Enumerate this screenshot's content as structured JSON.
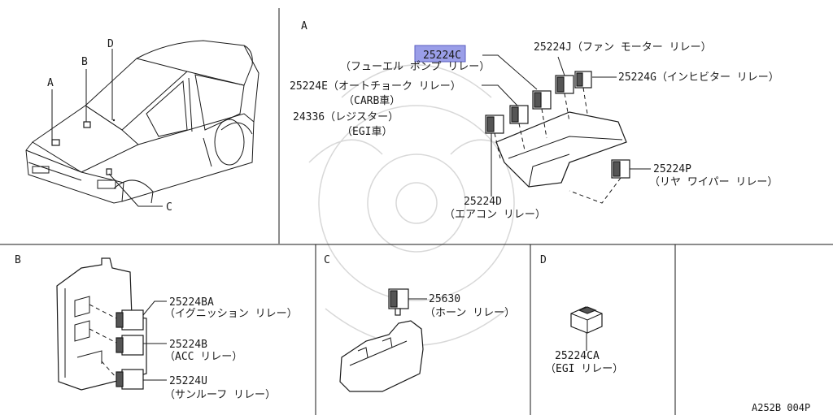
{
  "diagram_id": "A252B 004P",
  "car_letters": {
    "a": "A",
    "b": "B",
    "c": "C",
    "d": "D"
  },
  "panel_a": {
    "letter": "A",
    "highlight_color": "#9a9ee8",
    "c": {
      "part": "25224C",
      "name": "（フューエル ポンプ リレー）"
    },
    "e": {
      "part": "25224E（オートチョーク リレー）",
      "note": "（CARB車）"
    },
    "reg": {
      "part": "24336（レジスター）",
      "note": "（EGI車）"
    },
    "j": {
      "part": "25224J（ファン モーター リレー）"
    },
    "g": {
      "part": "25224G（インヒビター リレー）"
    },
    "p": {
      "part": "25224P",
      "name": "（リヤ ワイパー リレー）"
    },
    "d": {
      "part": "25224D",
      "name": "（エアコン リレー）"
    }
  },
  "panel_b": {
    "letter": "B",
    "ba": {
      "part": "25224BA",
      "name": "（イグニッション リレー）"
    },
    "b": {
      "part": "25224B",
      "name": "（ACC リレー）"
    },
    "u": {
      "part": "25224U",
      "name": "（サンルーフ リレー）"
    }
  },
  "panel_c": {
    "letter": "C",
    "horn": {
      "part": "25630",
      "name": "（ホーン リレー）"
    }
  },
  "panel_d": {
    "letter": "D",
    "ca": {
      "part": "25224CA",
      "name": "（EGI リレー）"
    }
  }
}
